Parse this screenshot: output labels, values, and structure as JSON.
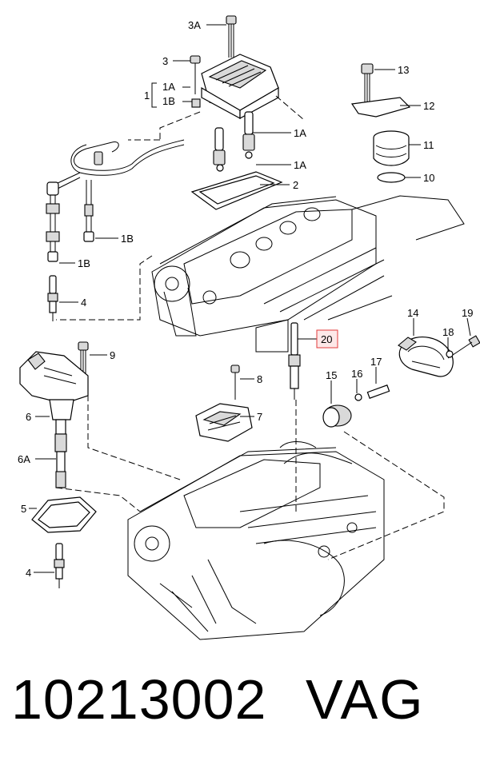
{
  "diagram": {
    "callouts": {
      "c_3A": "3A",
      "c_3": "3",
      "c_1": "1",
      "c_1A_top": "1A",
      "c_1B_top": "1B",
      "c_1A_mid": "1A",
      "c_1A_low": "1A",
      "c_2": "2",
      "c_1B_right": "1B",
      "c_1B_left": "1B",
      "c_4_top": "4",
      "c_13": "13",
      "c_12": "12",
      "c_11": "11",
      "c_10": "10",
      "c_20": "20",
      "c_14": "14",
      "c_19": "19",
      "c_18": "18",
      "c_17": "17",
      "c_16": "16",
      "c_15": "15",
      "c_9": "9",
      "c_8": "8",
      "c_7": "7",
      "c_6": "6",
      "c_6A": "6A",
      "c_5": "5",
      "c_4_bottom": "4"
    },
    "highlight_color": "#e23b3b"
  },
  "footer": {
    "part_number": "10213002",
    "brand": "VAG"
  }
}
